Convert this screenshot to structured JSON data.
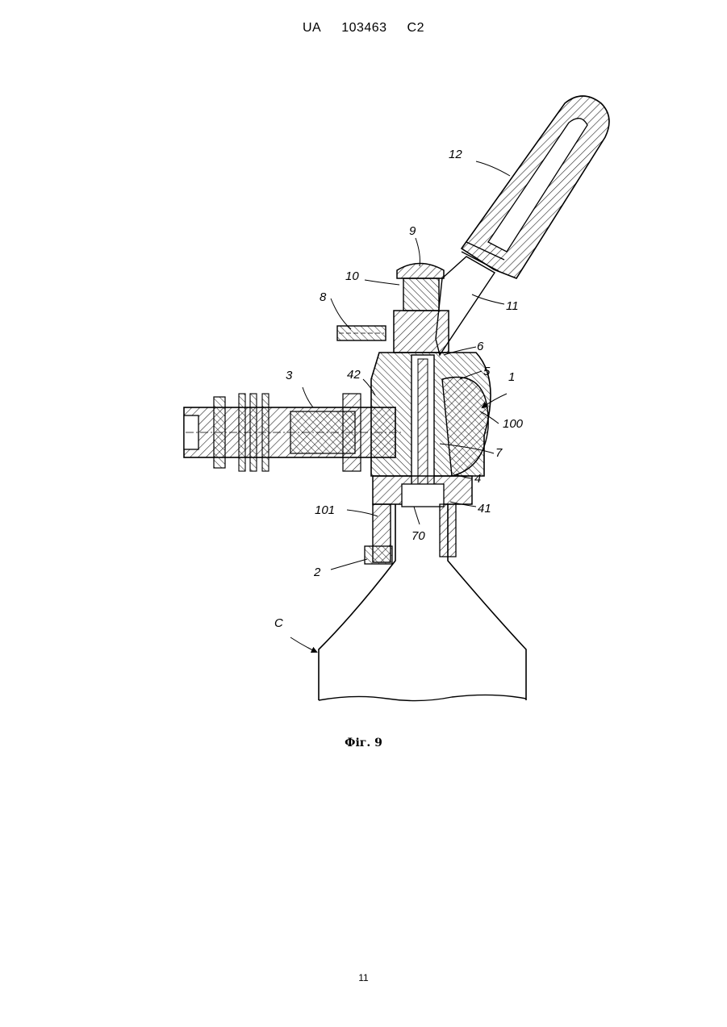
{
  "header": {
    "country": "UA",
    "number": "103463",
    "kind": "C2"
  },
  "figure": {
    "caption": "Фіг. 9",
    "labels": {
      "l1": "1",
      "l2": "2",
      "l3": "3",
      "l4": "4",
      "l5": "5",
      "l6": "6",
      "l7": "7",
      "l8": "8",
      "l9": "9",
      "l10": "10",
      "l11": "11",
      "l12": "12",
      "l41": "41",
      "l42": "42",
      "l70": "70",
      "l100": "100",
      "l101": "101",
      "lC": "C"
    }
  },
  "footer": {
    "page_number": "11"
  }
}
